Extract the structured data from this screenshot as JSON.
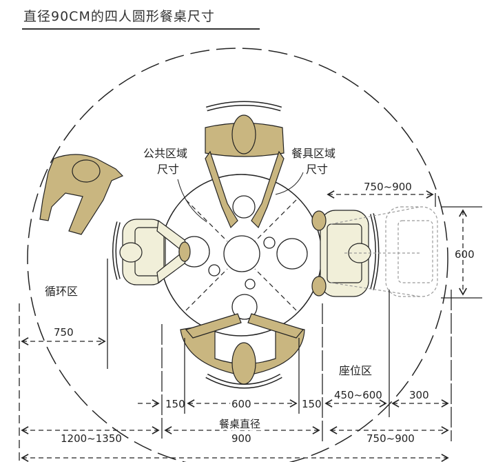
{
  "title": "直径90CM的四人圆形餐桌尺寸",
  "labels": {
    "public_area": [
      "公共区域",
      "尺寸"
    ],
    "tableware_area": [
      "餐具区域",
      "尺寸"
    ],
    "circulation_area": "循环区",
    "seat_area": "座位区",
    "table_diameter": "餐桌直径"
  },
  "dimensions": {
    "chair_depth": "750~900",
    "chair_width": "600",
    "circulation": "750",
    "edge_left": "150",
    "center": "600",
    "edge_right": "150",
    "seat": "450~600",
    "back": "300",
    "left_total": "1200~1350",
    "diameter": "900",
    "right_total": "750~900"
  },
  "colors": {
    "person": "#c9b680",
    "chair": "#f1efd9",
    "line": "#222222"
  }
}
